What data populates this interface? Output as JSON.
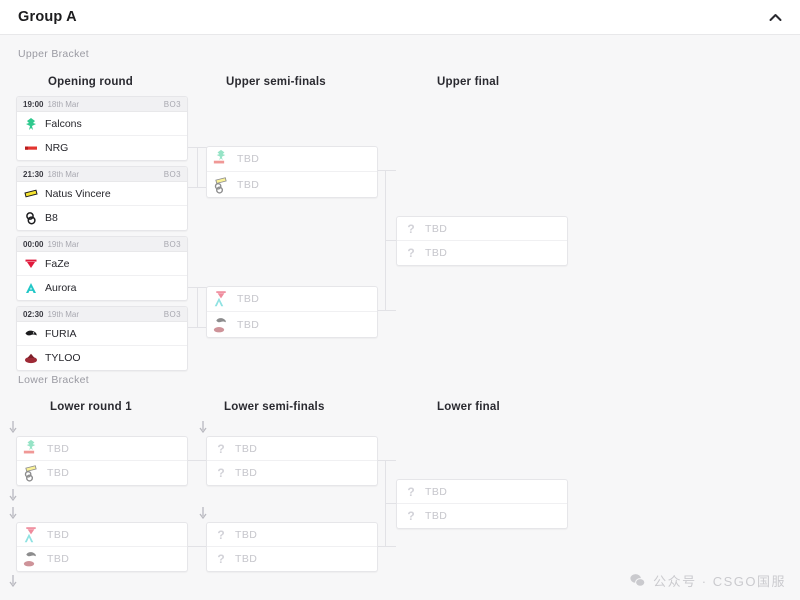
{
  "header": {
    "title": "Group A",
    "collapse_icon": "chevron-up-icon"
  },
  "brackets": {
    "upper_label": "Upper Bracket",
    "lower_label": "Lower Bracket"
  },
  "rounds": {
    "upper": [
      "Opening round",
      "Upper semi-finals",
      "Upper final"
    ],
    "lower": [
      "Lower round 1",
      "Lower semi-finals",
      "Lower final"
    ]
  },
  "tbd_label": "TBD",
  "upper_opening": [
    {
      "time": "19:00",
      "date": "18th Mar",
      "format": "BO3",
      "teams": [
        {
          "name": "Falcons",
          "logo": "falcons-logo",
          "color": "#2fc98e"
        },
        {
          "name": "NRG",
          "logo": "nrg-logo",
          "color": "#e3342f"
        }
      ]
    },
    {
      "time": "21:30",
      "date": "18th Mar",
      "format": "BO3",
      "teams": [
        {
          "name": "Natus Vincere",
          "logo": "navi-logo",
          "color": "#f5e431"
        },
        {
          "name": "B8",
          "logo": "b8-logo",
          "color": "#1c1c1e"
        }
      ]
    },
    {
      "time": "00:00",
      "date": "19th Mar",
      "format": "BO3",
      "teams": [
        {
          "name": "FaZe",
          "logo": "faze-logo",
          "color": "#e01a3c"
        },
        {
          "name": "Aurora",
          "logo": "aurora-logo",
          "color": "#22c7c7"
        }
      ]
    },
    {
      "time": "02:30",
      "date": "19th Mar",
      "format": "BO3",
      "teams": [
        {
          "name": "FURIA",
          "logo": "furia-logo",
          "color": "#1c1c1e"
        },
        {
          "name": "TYLOO",
          "logo": "tyloo-logo",
          "color": "#9e2a36"
        }
      ]
    }
  ],
  "upper_semifinals": [
    {
      "teams": [
        {
          "name": "TBD",
          "logo": "stacked-placeholder-logo",
          "stack": [
            "falcons-logo",
            "nrg-logo"
          ]
        },
        {
          "name": "TBD",
          "logo": "stacked-placeholder-logo",
          "stack": [
            "navi-logo",
            "b8-logo"
          ]
        }
      ]
    },
    {
      "teams": [
        {
          "name": "TBD",
          "logo": "stacked-placeholder-logo",
          "stack": [
            "faze-logo",
            "aurora-logo"
          ]
        },
        {
          "name": "TBD",
          "logo": "stacked-placeholder-logo",
          "stack": [
            "furia-logo",
            "tyloo-logo"
          ]
        }
      ]
    }
  ],
  "upper_final": {
    "teams": [
      {
        "name": "TBD",
        "logo": "question-mark-icon"
      },
      {
        "name": "TBD",
        "logo": "question-mark-icon"
      }
    ]
  },
  "lower_round1": [
    {
      "teams": [
        {
          "name": "TBD",
          "logo": "stacked-placeholder-logo",
          "stack": [
            "falcons-logo",
            "nrg-logo"
          ]
        },
        {
          "name": "TBD",
          "logo": "stacked-placeholder-logo",
          "stack": [
            "navi-logo",
            "b8-logo"
          ]
        }
      ]
    },
    {
      "teams": [
        {
          "name": "TBD",
          "logo": "stacked-placeholder-logo",
          "stack": [
            "faze-logo",
            "aurora-logo"
          ]
        },
        {
          "name": "TBD",
          "logo": "stacked-placeholder-logo",
          "stack": [
            "furia-logo",
            "tyloo-logo"
          ]
        }
      ]
    }
  ],
  "lower_semifinals": [
    {
      "teams": [
        {
          "name": "TBD",
          "logo": "question-mark-icon"
        },
        {
          "name": "TBD",
          "logo": "question-mark-icon"
        }
      ]
    },
    {
      "teams": [
        {
          "name": "TBD",
          "logo": "question-mark-icon"
        },
        {
          "name": "TBD",
          "logo": "question-mark-icon"
        }
      ]
    }
  ],
  "lower_final": {
    "teams": [
      {
        "name": "TBD",
        "logo": "question-mark-icon"
      },
      {
        "name": "TBD",
        "logo": "question-mark-icon"
      }
    ]
  },
  "watermark": {
    "icon": "wechat-icon",
    "text": "公众号 · CSGO国服"
  },
  "colors": {
    "page_bg": "#f7f7f8",
    "card_bg": "#ffffff",
    "card_border": "#e6e6e9",
    "meta_bg": "#f1f1f3",
    "tbd_text": "#c6c6cc",
    "connector": "#e2e2e6"
  }
}
